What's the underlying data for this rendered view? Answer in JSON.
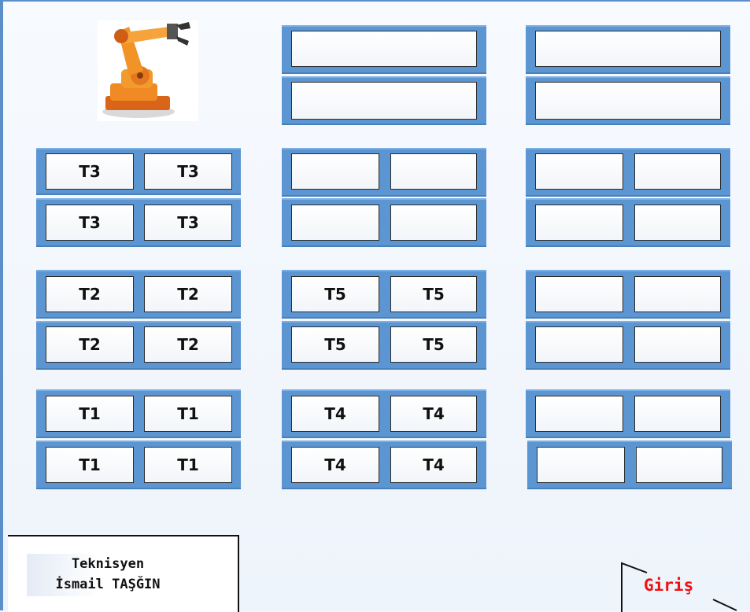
{
  "tech": {
    "line1": "Teknisyen",
    "line2": "İsmail TAŞĞIN"
  },
  "login": {
    "label": "Giriş"
  },
  "robot_image": {
    "icon": "industrial-robot-arm-icon"
  },
  "colors": {
    "bar": "#5b95d2",
    "accent_text": "#ee1111"
  },
  "cells": {
    "t3": [
      "T3",
      "T3",
      "T3",
      "T3"
    ],
    "t2": [
      "T2",
      "T2",
      "T2",
      "T2"
    ],
    "t1": [
      "T1",
      "T1",
      "T1",
      "T1"
    ],
    "t5": [
      "T5",
      "T5",
      "T5",
      "T5"
    ],
    "t4": [
      "T4",
      "T4",
      "T4",
      "T4"
    ]
  }
}
